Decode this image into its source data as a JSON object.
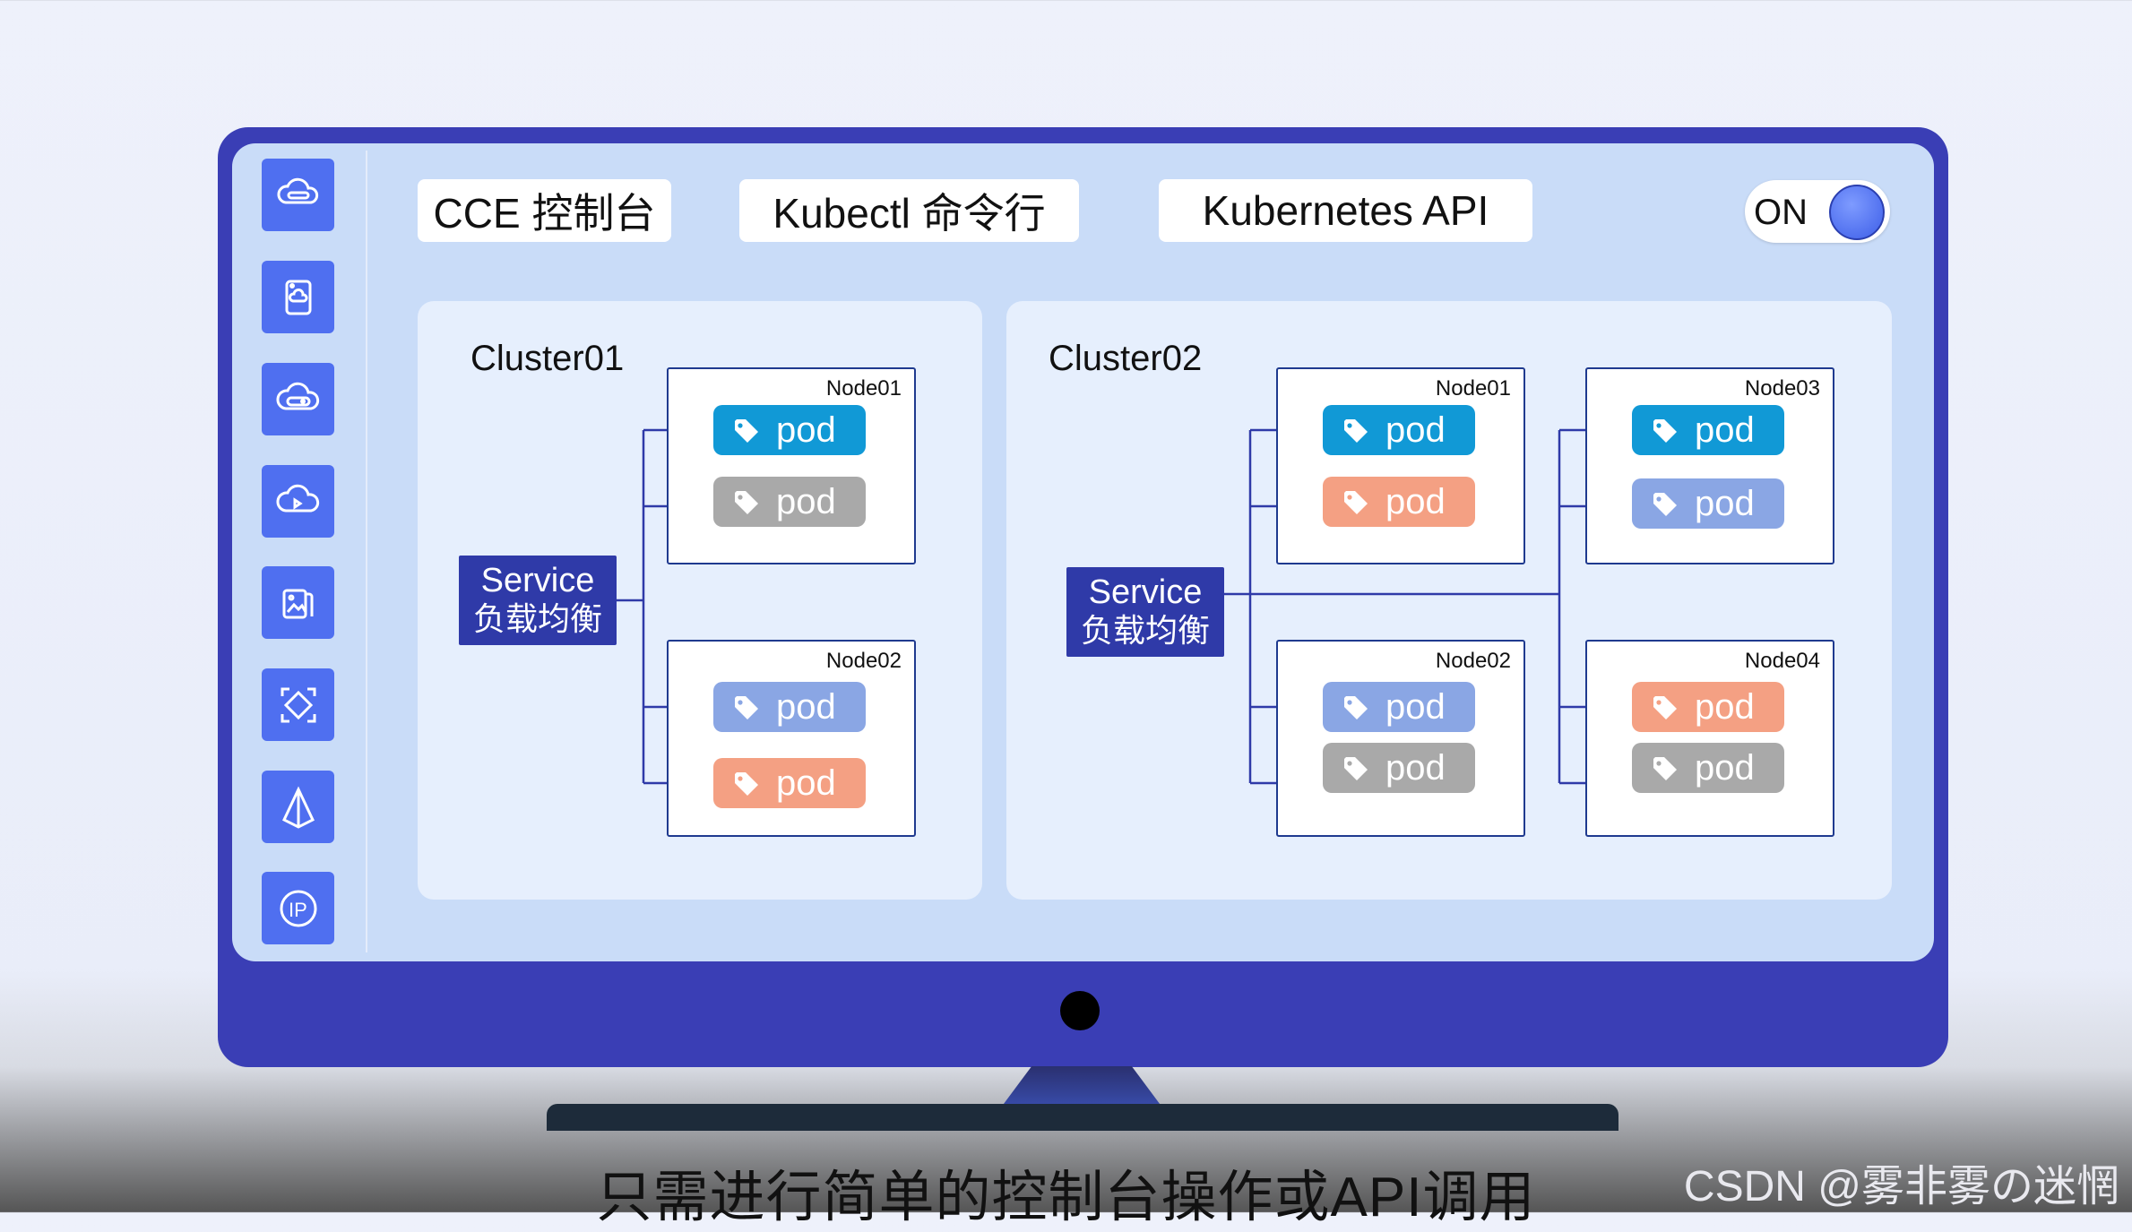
{
  "toolbar": {
    "tabs": [
      "CCE 控制台",
      "Kubectl 命令行",
      "Kubernetes API"
    ],
    "toggle_label": "ON"
  },
  "sidebar": {
    "icons": [
      "cloud-server-icon",
      "storage-device-icon",
      "cloud-disk-icon",
      "cloud-monitor-icon",
      "image-stack-icon",
      "diamond-frame-icon",
      "network-pyramid-icon",
      "ip-address-icon"
    ]
  },
  "cluster01": {
    "title": "Cluster01",
    "service_line1": "Service",
    "service_line2": "负载均衡",
    "nodes": [
      {
        "label": "Node01",
        "pods": [
          {
            "text": "pod",
            "color": "#1199d6"
          },
          {
            "text": "pod",
            "color": "#a9a9a9"
          }
        ]
      },
      {
        "label": "Node02",
        "pods": [
          {
            "text": "pod",
            "color": "#8aa6e4"
          },
          {
            "text": "pod",
            "color": "#f4a083"
          }
        ]
      }
    ]
  },
  "cluster02": {
    "title": "Cluster02",
    "service_line1": "Service",
    "service_line2": "负载均衡",
    "nodes": [
      {
        "label": "Node01",
        "pods": [
          {
            "text": "pod",
            "color": "#1199d6"
          },
          {
            "text": "pod",
            "color": "#f4a083"
          }
        ]
      },
      {
        "label": "Node03",
        "pods": [
          {
            "text": "pod",
            "color": "#1199d6"
          },
          {
            "text": "pod",
            "color": "#8aa6e4"
          }
        ]
      },
      {
        "label": "Node02",
        "pods": [
          {
            "text": "pod",
            "color": "#8aa6e4"
          },
          {
            "text": "pod",
            "color": "#a9a9a9"
          }
        ]
      },
      {
        "label": "Node04",
        "pods": [
          {
            "text": "pod",
            "color": "#f4a083"
          },
          {
            "text": "pod",
            "color": "#a9a9a9"
          }
        ]
      }
    ]
  },
  "subtitle": "只需进行简单的控制台操作或API调用",
  "watermark": "CSDN @雾非雾の迷惘",
  "colors": {
    "frame": "#3a3eb5",
    "screen": "#c9dcf8",
    "service": "#2f3aa8",
    "wire": "#2f3aa8"
  }
}
